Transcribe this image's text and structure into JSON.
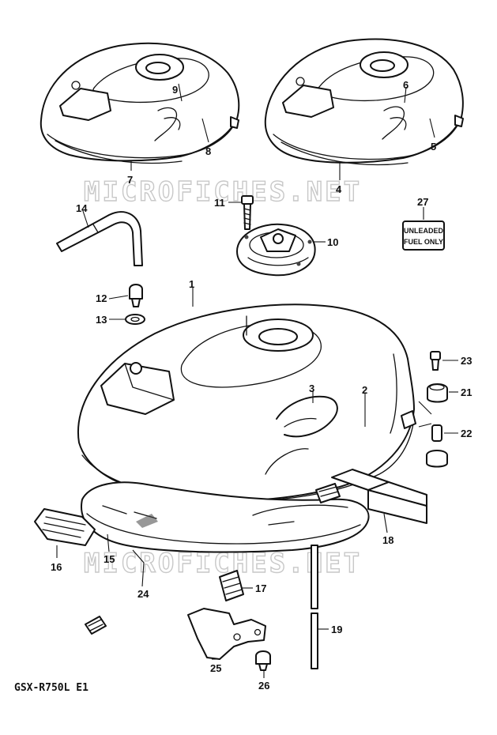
{
  "watermark": "MICROFICHES.NET",
  "model_code": "GSX-R750L E1",
  "label_27": {
    "line1": "UNLEADED",
    "line2": "FUEL ONLY"
  },
  "callouts": {
    "c1": "1",
    "c2": "2",
    "c3": "3",
    "c4": "4",
    "c5": "5",
    "c6": "6",
    "c7": "7",
    "c8": "8",
    "c9": "9",
    "c10": "10",
    "c11": "11",
    "c12": "12",
    "c13": "13",
    "c14": "14",
    "c15": "15",
    "c16": "16",
    "c17": "17",
    "c18": "18",
    "c19": "19",
    "c21": "21",
    "c22": "22",
    "c23": "23",
    "c24": "24",
    "c25": "25",
    "c26": "26",
    "c27": "27"
  }
}
